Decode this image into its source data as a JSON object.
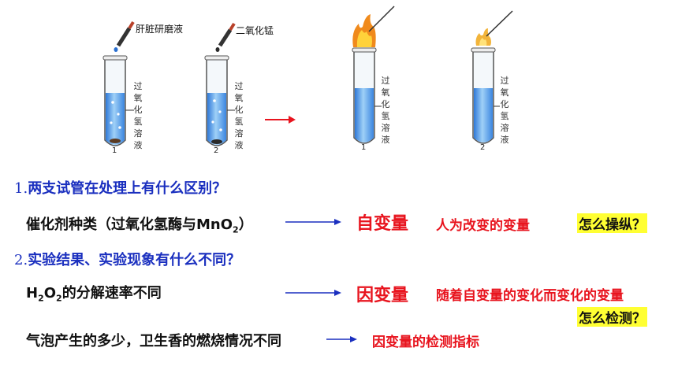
{
  "diagram": {
    "tube1_dropper_label": "肝脏研磨液",
    "tube2_dropper_label": "二氧化锰",
    "solution_label_chars": [
      "过",
      "氧",
      "化",
      "氢",
      "溶",
      "液"
    ],
    "tube_numbers": [
      "1",
      "2",
      "1",
      "2"
    ]
  },
  "q1": {
    "number": "1.",
    "text": "两支试管在处理上有什么区别？",
    "answer": "催化剂种类（过氧化氢酶与MnO",
    "answer_sub": "2",
    "answer_close": "）",
    "term": "自变量",
    "definition": "人为改变的变量",
    "prompt": "怎么操纵？"
  },
  "q2": {
    "number": "2.",
    "text": "实验结果、实验现象有什么不同？",
    "result_h": "H",
    "result_sub1": "2",
    "result_o": "O",
    "result_sub2": "2",
    "result_rest": "的分解速率不同",
    "term": "因变量",
    "definition": "随着自变量的变化而变化的变量",
    "prompt": "怎么检测？",
    "observation": "气泡产生的多少，卫生香的燃烧情况不同",
    "indicator": "因变量的检测指标"
  },
  "colors": {
    "blue": "#1a2fbf",
    "red": "#e8141e",
    "highlight": "#ffff33",
    "liquid": "#4a90e2"
  }
}
